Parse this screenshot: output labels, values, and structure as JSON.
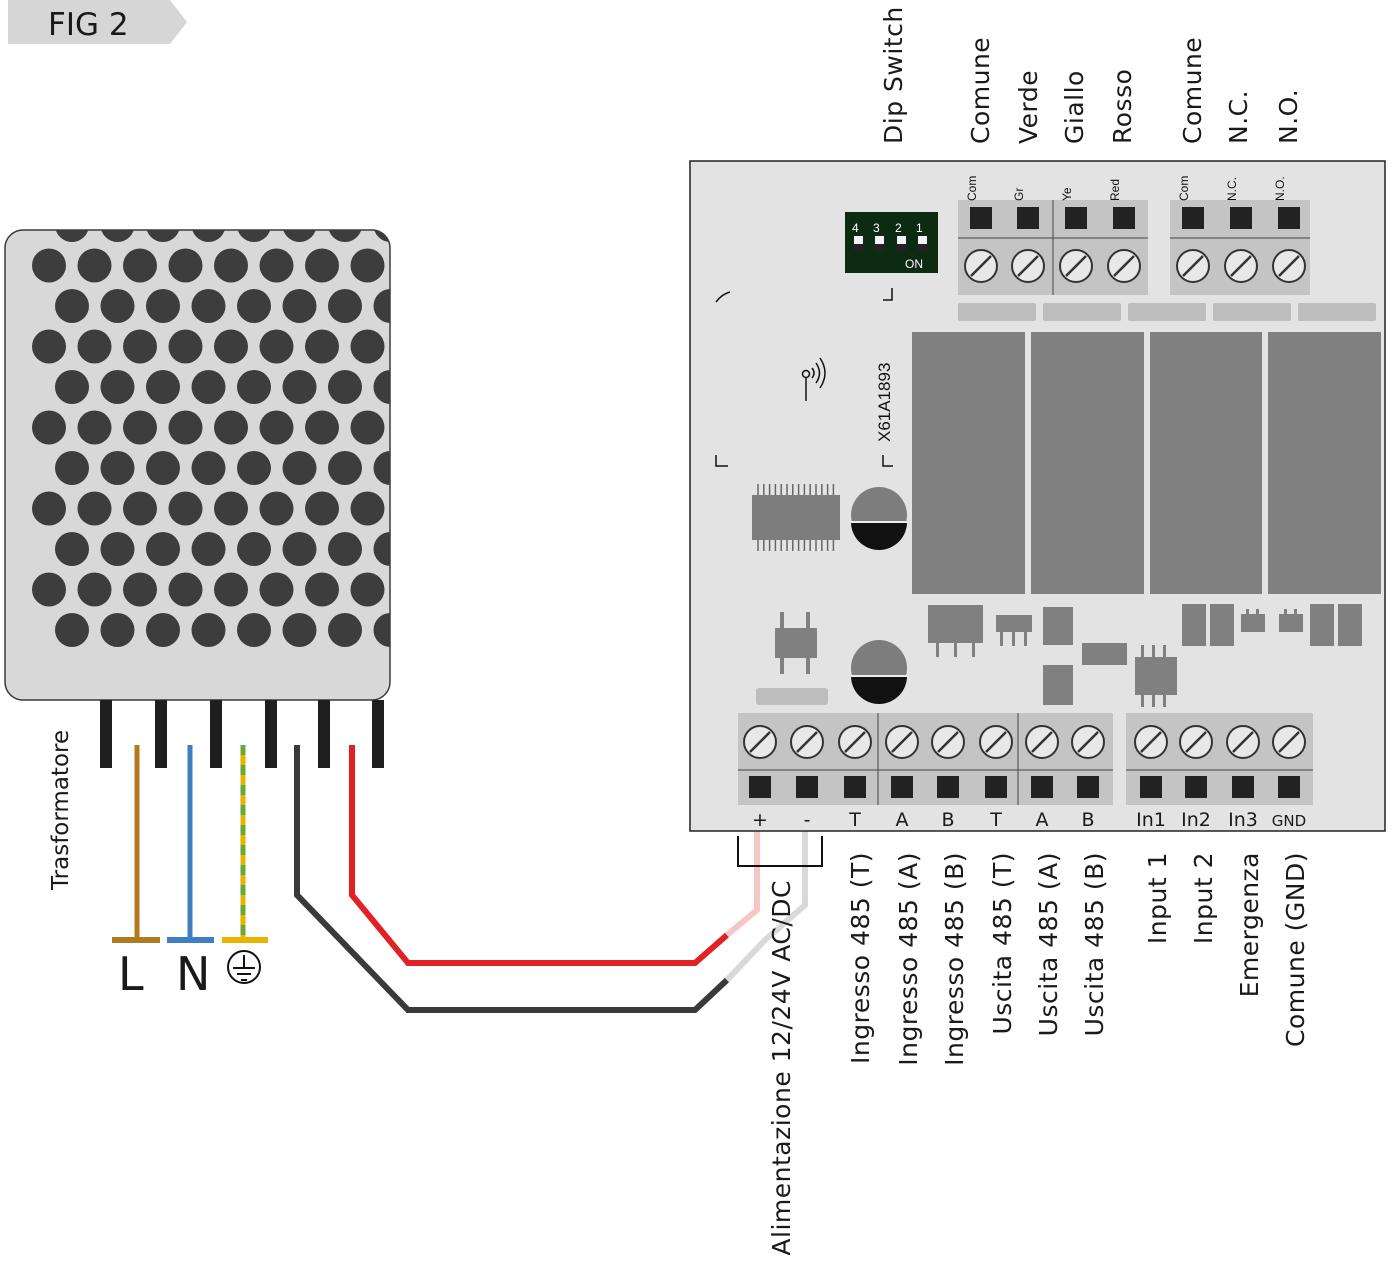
{
  "figure_tag": "FIG 2",
  "transformer": {
    "label": "Trasformatore",
    "mains": [
      "L",
      "N"
    ],
    "earth_symbol": "earth-icon"
  },
  "dip_switch": {
    "label": "Dip Switch",
    "numbers": [
      "4",
      "3",
      "2",
      "1"
    ],
    "on_label": "ON"
  },
  "board_code": "X61A1893",
  "top_terminals_a": {
    "codes": [
      "Com",
      "Gr",
      "Ye",
      "Red"
    ],
    "names": [
      "Comune",
      "Verde",
      "Giallo",
      "Rosso"
    ]
  },
  "top_terminals_b": {
    "codes": [
      "Com",
      "N.C.",
      "N.O."
    ],
    "names": [
      "Comune",
      "N.C.",
      "N.O."
    ]
  },
  "bottom_terminals": {
    "codes": [
      "+",
      "-",
      "T",
      "A",
      "B",
      "T",
      "A",
      "B",
      "In1",
      "In2",
      "In3",
      "GND"
    ],
    "power_label": "Alimentazione 12/24V AC/DC",
    "names": [
      "Ingresso 485 (T)",
      "Ingresso 485 (A)",
      "Ingresso 485 (B)",
      "Uscita 485 (T)",
      "Uscita 485 (A)",
      "Uscita 485 (B)",
      "Input 1",
      "Input 2",
      "Emergenza",
      "Comune (GND)"
    ]
  },
  "colors": {
    "wire_L": "#b07a1e",
    "wire_N": "#3f7ec2",
    "wire_earth_a": "#e8b400",
    "wire_earth_b": "#6aa83a",
    "wire_positive": "#e22126",
    "wire_negative": "#3a3a3a",
    "board": "#e3e3e3",
    "relay": "#808080",
    "terminal_block": "#c4c4c4"
  }
}
